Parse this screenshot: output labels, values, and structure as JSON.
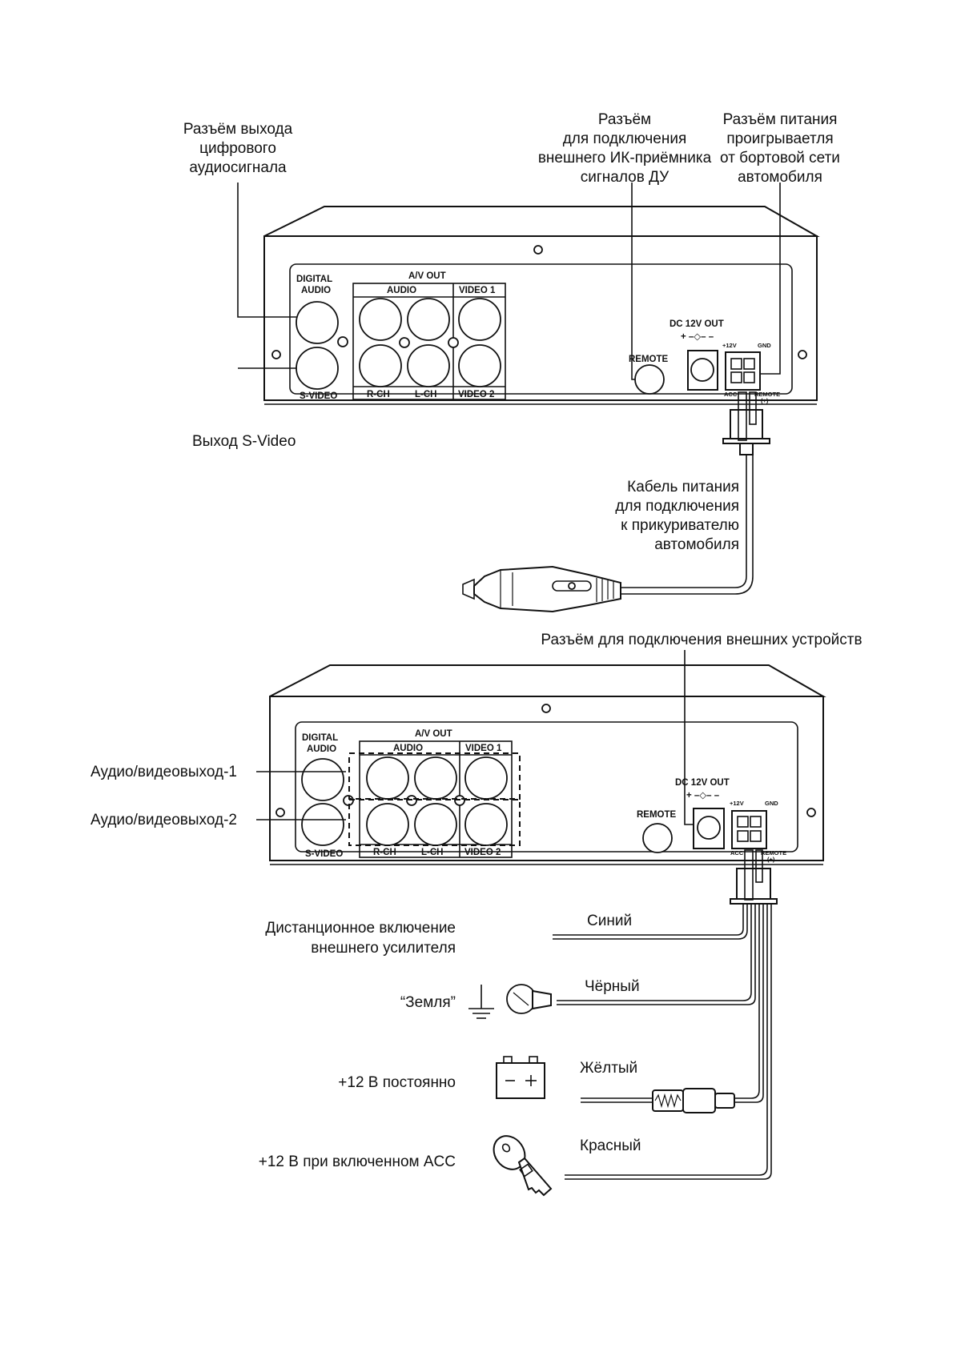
{
  "device_panel": {
    "digital_audio": [
      "DIGITAL",
      "AUDIO"
    ],
    "av_out": "A/V OUT",
    "audio": "AUDIO",
    "video1": "VIDEO 1",
    "video2": "VIDEO 2",
    "svideo": "S-VIDEO",
    "rch": "R-CH",
    "lch": "L-CH",
    "remote": "REMOTE",
    "dc_out": "DC 12V OUT",
    "dc_symbols": "+ –◇– –",
    "pin_12v": "+12V",
    "pin_gnd": "GND",
    "pin_acc": "ACC",
    "pin_remote": "REMOTE",
    "pin_remote_sign": "(+)"
  },
  "top_diagram": {
    "digital_out_label": [
      "Разъём выхода",
      "цифрового",
      "аудиосигнала"
    ],
    "ir_label": [
      "Разъём",
      "для подключения",
      "внешнего ИК-приёмника",
      "сигналов ДУ"
    ],
    "power_label": [
      "Разъём питания",
      "проигрываетля",
      "от бортовой сети",
      "автомобиля"
    ],
    "svideo_label": "Выход S-Video",
    "cable_label": [
      "Кабель питания",
      "для подключения",
      "к прикуривателю",
      "автомобиля"
    ]
  },
  "bottom_diagram": {
    "ext_label": "Разъём для подключения внешних устройств",
    "av1_label": "Аудио/видеовыход-1",
    "av2_label": "Аудио/видеовыход-2",
    "remote_amp_label": [
      "Дистанционное включение",
      "внешнего усилителя"
    ],
    "ground_label": "“Земля”",
    "constant_label": "+12 В постоянно",
    "acc_label": "+12 В при включенном ACC",
    "wires": [
      "Синий",
      "Чёрный",
      "Жёлтый",
      "Красный"
    ]
  }
}
